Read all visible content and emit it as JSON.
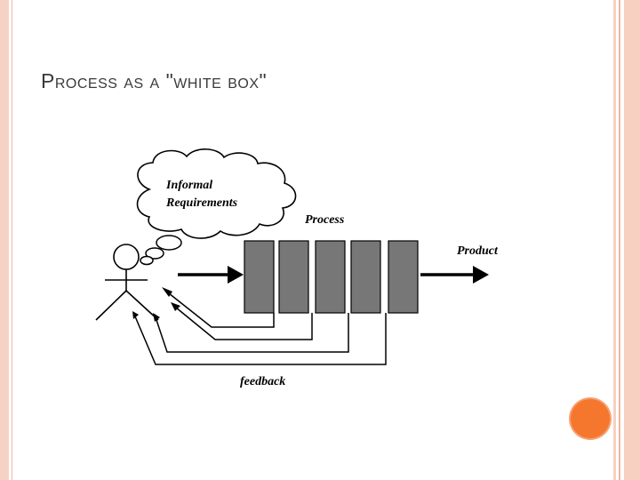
{
  "slide": {
    "title": "Process as a \"white box\""
  },
  "diagram": {
    "thought_bubble": {
      "line1": "Informal",
      "line2": "Requirements"
    },
    "process_label": "Process",
    "product_label": "Product",
    "feedback_label": "feedback",
    "process_step_count": 5
  },
  "colors": {
    "process_block_fill": "#777777",
    "accent_circle": "#f5762d",
    "frame_pink": "#f6d2c4"
  }
}
